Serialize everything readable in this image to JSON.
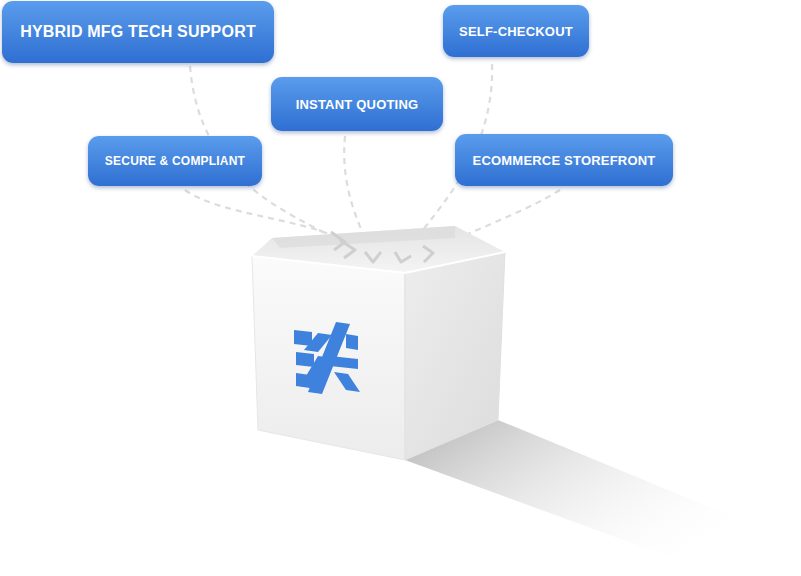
{
  "diagram": {
    "nodes": [
      {
        "text": [
          "HYBRID MFG TECH SUPPORT"
        ]
      },
      {
        "text": [
          "SELF-CHECKOUT"
        ]
      },
      {
        "text": [
          "INSTANT QUOTING"
        ]
      },
      {
        "text": [
          "SECURE & COMPLIANT"
        ]
      },
      {
        "text": [
          "ECOMMERCE STOREFRONT"
        ]
      }
    ]
  }
}
